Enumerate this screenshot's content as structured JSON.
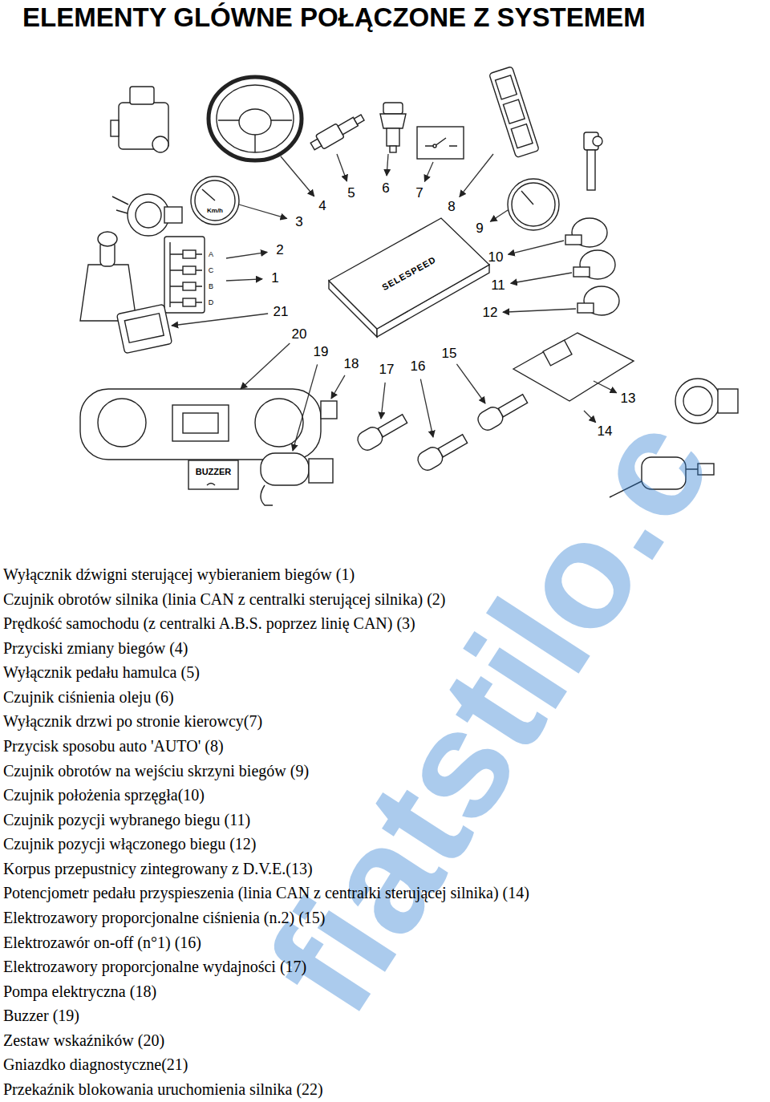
{
  "diagram": {
    "title": "ELEMENTY GLÓWNE POŁĄCZONE Z SYSTEMEM",
    "labels": [
      "Km/h",
      "A",
      "C",
      "B",
      "D",
      "BUZZER",
      "SELESPEED",
      "1",
      "2",
      "3",
      "4",
      "5",
      "6",
      "7",
      "8",
      "9",
      "10",
      "11",
      "12",
      "13",
      "14",
      "15",
      "16",
      "17",
      "18",
      "19",
      "20",
      "21",
      "Wyłącznik dźwigni sterującej wybieraniem biegów (1)",
      "Czujnik obrotów silnika (linia CAN z centralki sterującej silnika) (2)",
      "Prędkość samochodu (z centralki A.B.S. poprzez linię CAN) (3)",
      "Przyciski zmiany biegów (4)",
      "Wyłącznik pedału hamulca (5)",
      "Czujnik ciśnienia oleju (6)",
      "Wyłącznik drzwi po stronie kierowcy(7)",
      "Przycisk sposobu auto 'AUTO' (8)",
      "Czujnik obrotów na wejściu skrzyni biegów (9)",
      "Czujnik położenia sprzęgła(10)",
      "Czujnik pozycji wybranego biegu (11)",
      "Czujnik pozycji włączonego biegu (12)",
      "Korpus przepustnicy zintegrowany z D.V.E.(13)",
      "Potencjometr pedału przyspieszenia (linia CAN z centralki sterującej silnika) (14)",
      "Elektrozawory proporcjonalne ciśnienia (n.2) (15)",
      "Elektrozawór on-off (n°1) (16)",
      "Elektrozawory proporcjonalne wydajności (17)",
      "Pompa elektryczna (18)",
      "Buzzer (19)",
      "Zestaw wskaźników (20)",
      "Gniazdko diagnostyczne(21)",
      "Przekaźnik blokowania uruchomienia silnika (22)",
      "fiatstilo.c"
    ]
  }
}
